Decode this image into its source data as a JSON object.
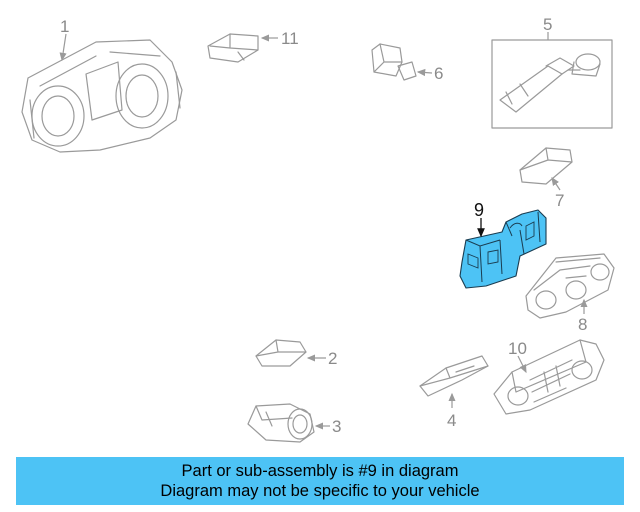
{
  "diagram": {
    "callouts": [
      {
        "id": "1",
        "label": "1"
      },
      {
        "id": "2",
        "label": "2"
      },
      {
        "id": "3",
        "label": "3"
      },
      {
        "id": "4",
        "label": "4"
      },
      {
        "id": "5",
        "label": "5"
      },
      {
        "id": "6",
        "label": "6"
      },
      {
        "id": "7",
        "label": "7"
      },
      {
        "id": "8",
        "label": "8"
      },
      {
        "id": "9",
        "label": "9"
      },
      {
        "id": "10",
        "label": "10"
      },
      {
        "id": "11",
        "label": "11"
      }
    ],
    "highlight_color": "#4dc3f5"
  },
  "caption": {
    "line1": "Part or sub-assembly is #9 in diagram",
    "line2": "Diagram may not be specific to your vehicle",
    "background": "#4dc3f5"
  }
}
